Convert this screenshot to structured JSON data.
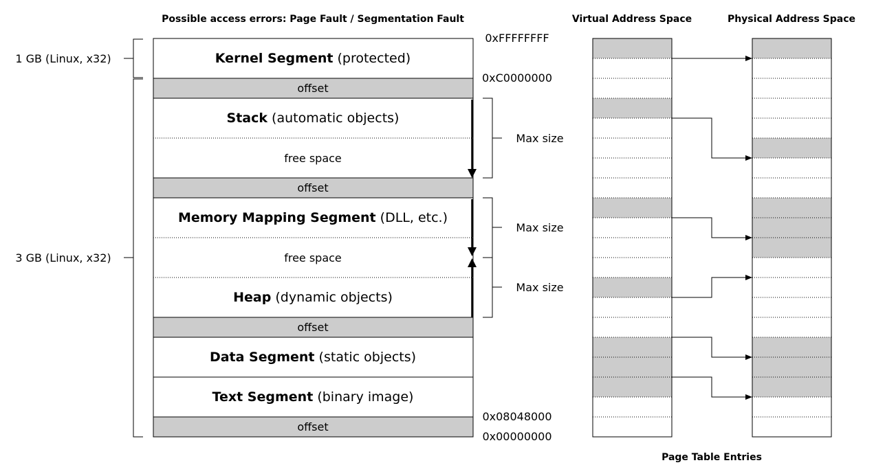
{
  "header": {
    "access_errors": "Possible access errors: Page Fault / Segmentation Fault",
    "virtual_title": "Virtual Address Space",
    "physical_title": "Physical Address Space",
    "page_table_caption": "Page Table Entries"
  },
  "addresses": {
    "top": "0xFFFFFFFF",
    "kernel_start": "0xC0000000",
    "text_start": "0x08048000",
    "bottom": "0x00000000"
  },
  "size_labels": {
    "kernel": "1 GB (Linux, x32)",
    "user": "3 GB (Linux, x32)"
  },
  "segments": {
    "kernel": {
      "name": "Kernel Segment",
      "detail": " (protected)"
    },
    "stack": {
      "name": "Stack",
      "detail": " (automatic objects)"
    },
    "mmap": {
      "name": "Memory Mapping Segment",
      "detail": " (DLL, etc.)"
    },
    "heap": {
      "name": "Heap",
      "detail": " (dynamic objects)"
    },
    "data": {
      "name": "Data Segment",
      "detail": " (static objects)"
    },
    "text": {
      "name": "Text Segment",
      "detail": " (binary image)"
    }
  },
  "offset_label": "offset",
  "free_space_label": "free space",
  "max_size_label": "Max size",
  "colors": {
    "gray_fill": "#cccccc",
    "line": "#000000"
  },
  "page_mappings": [
    {
      "virtual_row": 0,
      "physical_row": 0
    },
    {
      "virtual_row": 3,
      "physical_row": 5
    },
    {
      "virtual_row": 8,
      "physical_row": 9
    },
    {
      "virtual_row": 12,
      "physical_row": 11
    },
    {
      "virtual_row": 14,
      "physical_row": 15
    },
    {
      "virtual_row": 16,
      "physical_row": 17
    }
  ],
  "virtual_gray_rows": [
    0,
    3,
    8,
    12,
    15,
    16,
    17
  ],
  "physical_gray_rows": [
    0,
    5,
    8,
    9,
    10,
    15,
    16,
    17
  ]
}
